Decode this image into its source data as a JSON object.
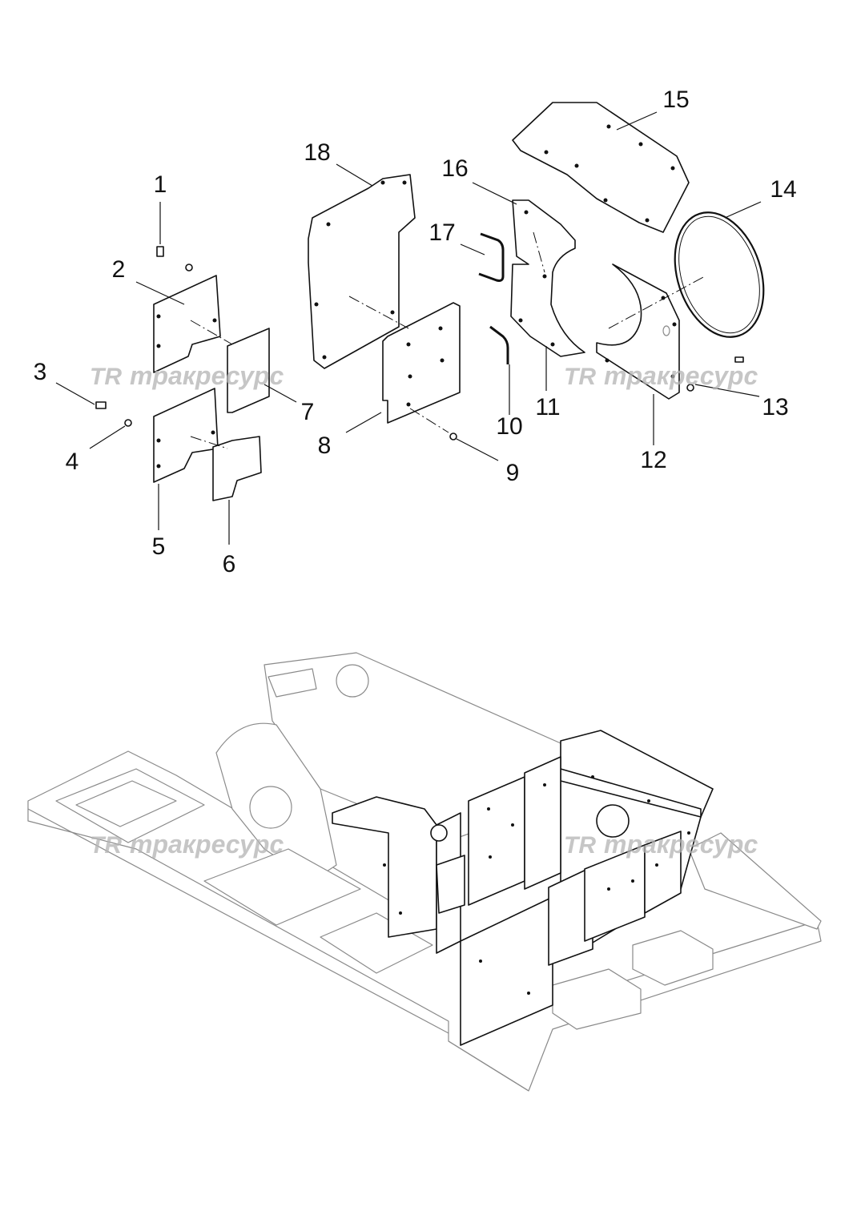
{
  "callouts": [
    "1",
    "2",
    "3",
    "4",
    "5",
    "6",
    "7",
    "8",
    "9",
    "10",
    "11",
    "12",
    "13",
    "14",
    "15",
    "16",
    "17",
    "18"
  ],
  "watermark": {
    "logo": "TR",
    "text": "тракресурс"
  }
}
